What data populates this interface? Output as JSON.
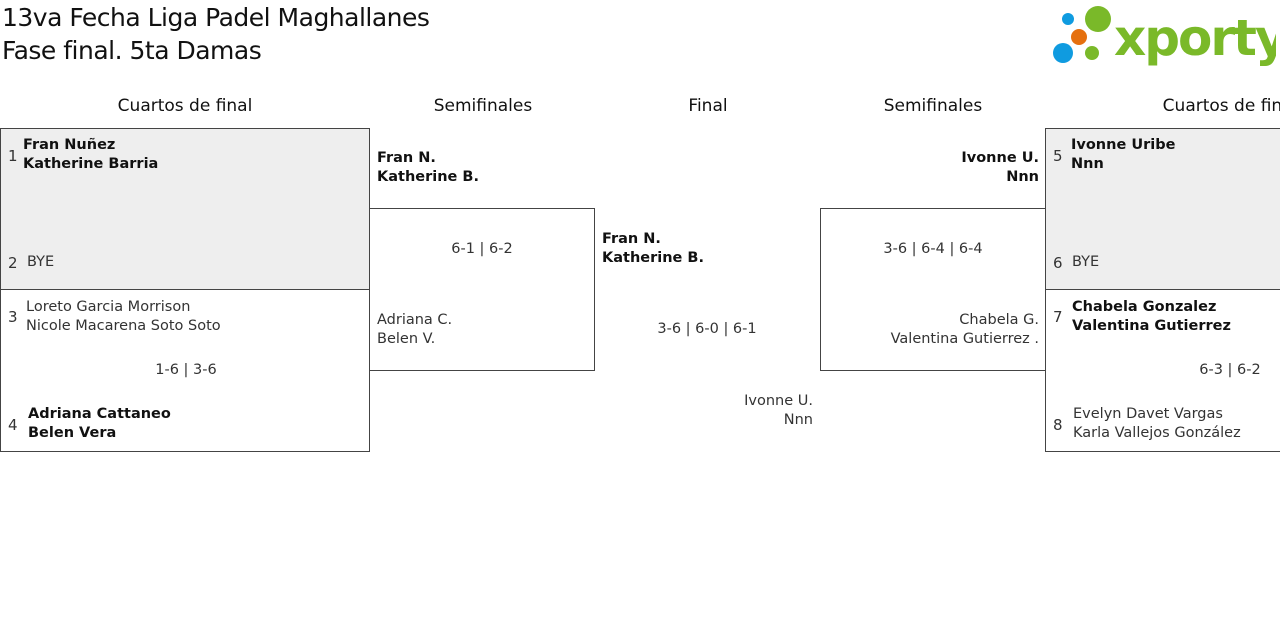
{
  "title_line1": "13va Fecha Liga Padel Maghallanes",
  "title_line2": "Fase final. 5ta Damas",
  "logo_text": "xporty",
  "colors": {
    "brand_green": "#7ab929",
    "brand_blue": "#0f9be0",
    "brand_orange": "#e5700f",
    "bye_bg": "#eeeeee"
  },
  "headers": [
    "Cuartos de final",
    "Semifinales",
    "Final",
    "Semifinales",
    "Cuartos de final"
  ],
  "qf_left": [
    {
      "seed1": "1",
      "team1": [
        "Fran Nuñez",
        "Katherine Barria"
      ],
      "seed2": "2",
      "team2": [
        "BYE"
      ],
      "score": ""
    },
    {
      "seed1": "3",
      "team1": [
        "Loreto Garcia Morrison",
        "Nicole Macarena Soto Soto"
      ],
      "seed2": "4",
      "team2": [
        "Adriana Cattaneo",
        "Belen Vera"
      ],
      "score": "1-6 | 3-6"
    }
  ],
  "qf_right": [
    {
      "seed1": "5",
      "team1": [
        "Ivonne Uribe",
        "Nnn"
      ],
      "seed2": "6",
      "team2": [
        "BYE"
      ],
      "score": ""
    },
    {
      "seed1": "7",
      "team1": [
        "Chabela Gonzalez",
        "Valentina Gutierrez"
      ],
      "seed2": "8",
      "team2": [
        "Evelyn Davet Vargas",
        "Karla Vallejos González"
      ],
      "score": "6-3 | 6-2"
    }
  ],
  "sf_left": {
    "team1": [
      "Fran N.",
      "Katherine B."
    ],
    "team2": [
      "Adriana C.",
      "Belen V."
    ],
    "score": "6-1 | 6-2"
  },
  "sf_right": {
    "team1": [
      "Ivonne U.",
      "Nnn"
    ],
    "team2": [
      "Chabela G.",
      "Valentina Gutierrez ."
    ],
    "score": "3-6 | 6-4 | 6-4"
  },
  "final": {
    "team1": [
      "Fran N.",
      "Katherine B."
    ],
    "team2": [
      "Ivonne U.",
      "Nnn"
    ],
    "score": "3-6 | 6-0 | 6-1"
  }
}
